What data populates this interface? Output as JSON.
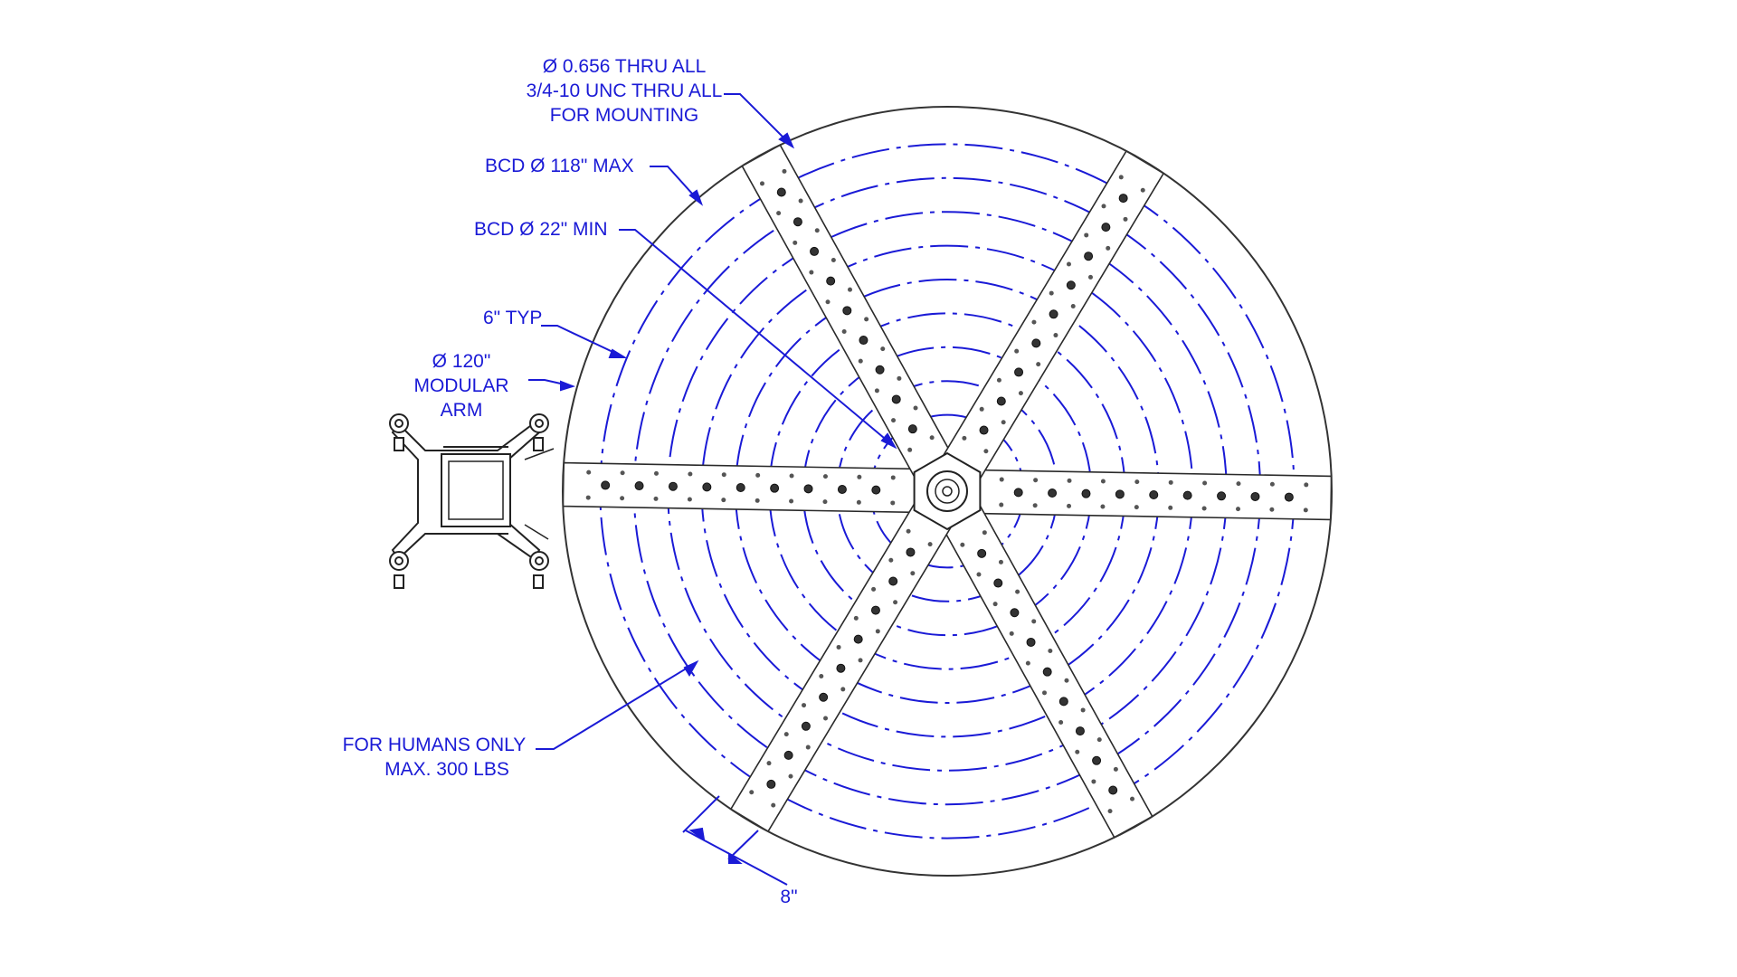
{
  "colors": {
    "annotation": "#1a1ad6",
    "geometry": "#333333",
    "background": "#ffffff"
  },
  "callouts": {
    "hole_spec": [
      "Ø  0.656 THRU ALL",
      "3/4-10 UNC  THRU ALL",
      "FOR MOUNTING"
    ],
    "bcd_max": "BCD Ø 118\" MAX",
    "bcd_min": "BCD Ø 22\" MIN",
    "ring_spacing": "6\" TYP",
    "table_diameter": [
      "Ø 120\"",
      "MODULAR",
      "ARM"
    ],
    "load_note": [
      "FOR HUMANS ONLY",
      "MAX. 300 LBS"
    ],
    "arm_width": "8\""
  },
  "icons": {
    "robot_base": "robot-base-icon"
  }
}
